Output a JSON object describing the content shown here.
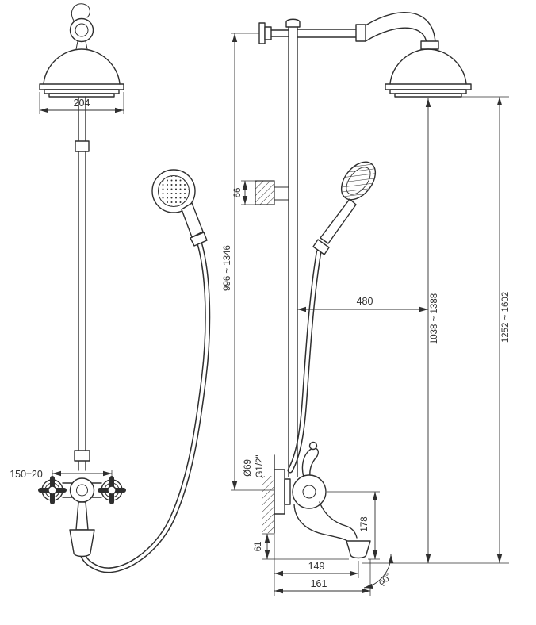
{
  "title": "Shower column technical drawing — front and side views",
  "colors": {
    "line": "#2f2f2f",
    "background": "#ffffff"
  },
  "labels": {
    "head_width": "204",
    "inlet_spacing": "150±20",
    "riser_height_range": "996 ~ 1346",
    "holder_height": "66",
    "arm_reach": "480",
    "head_height_range": "1038 ~ 1388",
    "overall_height_range": "1252 ~ 1602",
    "escutcheon_diameter": "Ø69",
    "thread_size": "G1/2\"",
    "spout_drop": "178",
    "spout_clearance": "61",
    "spout_reach_center": "149",
    "spout_reach_overall": "161",
    "spout_swivel": "90°"
  }
}
